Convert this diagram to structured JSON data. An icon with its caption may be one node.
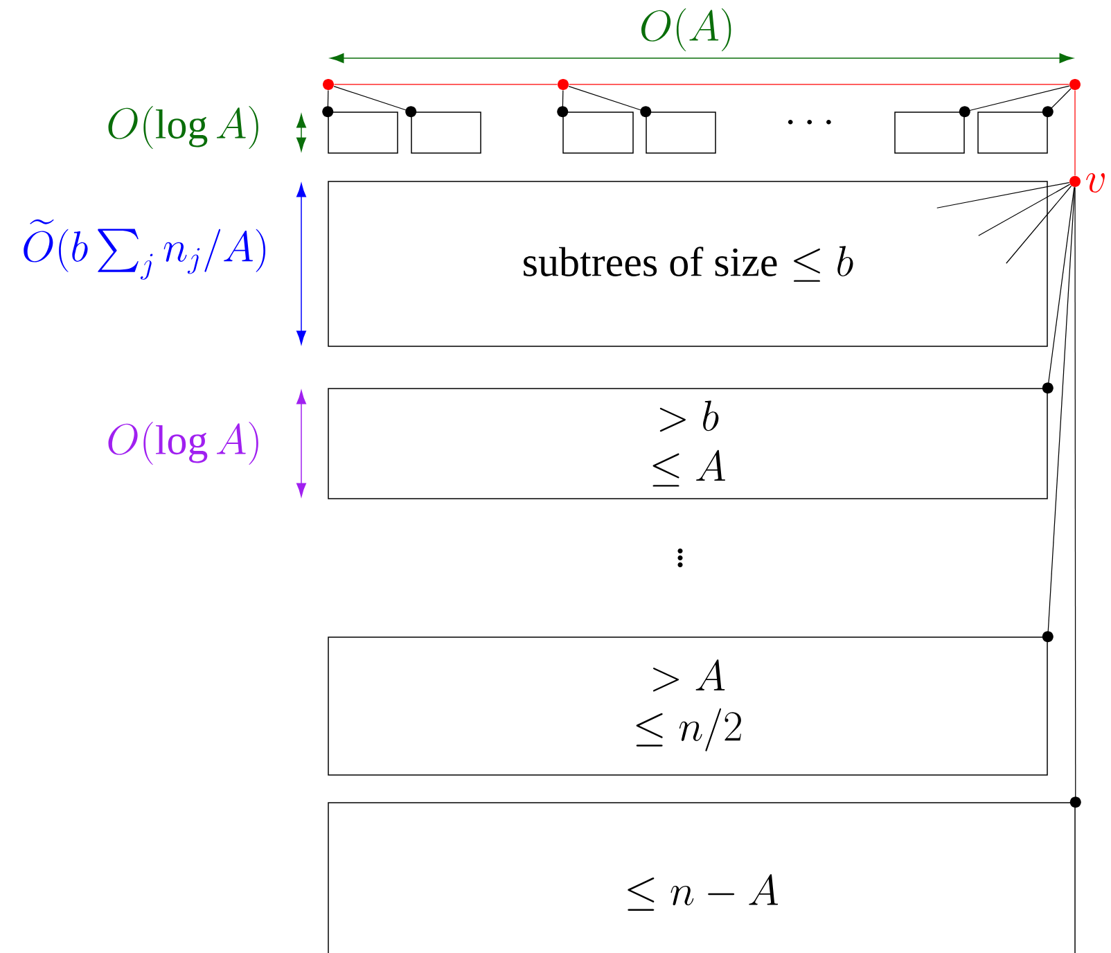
{
  "diagram": {
    "nodes": [
      {
        "text": [],
        "shape": "circle"
      },
      {
        "text": [],
        "shape": "circle"
      },
      {
        "text": [],
        "shape": "circle"
      },
      {
        "text": [],
        "shape": "box"
      },
      {
        "text": [],
        "shape": "box"
      },
      {
        "text": [],
        "shape": "box"
      },
      {
        "text": [],
        "shape": "box"
      },
      {
        "text": [],
        "shape": "box"
      },
      {
        "text": [],
        "shape": "box"
      },
      {
        "text": [],
        "shape": "circle",
        "beside": [
          "v"
        ]
      },
      {
        "text": [
          "\\text{subtrees of size} \\le b"
        ]
      },
      {
        "text": [
          "> b",
          "\\le A"
        ]
      },
      {
        "text": [
          "> A",
          "\\le n/2"
        ]
      },
      {
        "text": [
          "\\le n - A"
        ]
      }
    ],
    "edges": [
      {
        "from": 0,
        "to": 1,
        "arrow": "none",
        "color": "#ff0000"
      },
      {
        "from": 1,
        "to": 2,
        "arrow": "none",
        "color": "#ff0000"
      },
      {
        "from": 2,
        "to": 9,
        "arrow": "none",
        "color": "#ff0000"
      },
      {
        "from": 0,
        "to": 3,
        "arrow": "other"
      },
      {
        "from": 0,
        "to": 4,
        "arrow": "other"
      },
      {
        "from": 1,
        "to": 5,
        "arrow": "other"
      },
      {
        "from": 1,
        "to": 6,
        "arrow": "other"
      },
      {
        "from": 2,
        "to": 7,
        "arrow": "other"
      },
      {
        "from": 2,
        "to": 8,
        "arrow": "other"
      },
      {
        "from": 9,
        "to": 10,
        "arrow": "none"
      },
      {
        "from": 9,
        "to": 10,
        "arrow": "none"
      },
      {
        "from": 9,
        "to": 10,
        "arrow": "none"
      },
      {
        "from": 9,
        "to": 11,
        "arrow": "other"
      },
      {
        "from": 9,
        "to": 12,
        "arrow": "other"
      },
      {
        "from": 9,
        "to": 13,
        "arrow": "other"
      }
    ],
    "labels": [
      "O(A)",
      "O(\\log A)",
      "\\widetilde{O}(b\\sum_j n_j/A)",
      "O(\\log A)",
      "\\cdots",
      "\\vdots"
    ]
  }
}
